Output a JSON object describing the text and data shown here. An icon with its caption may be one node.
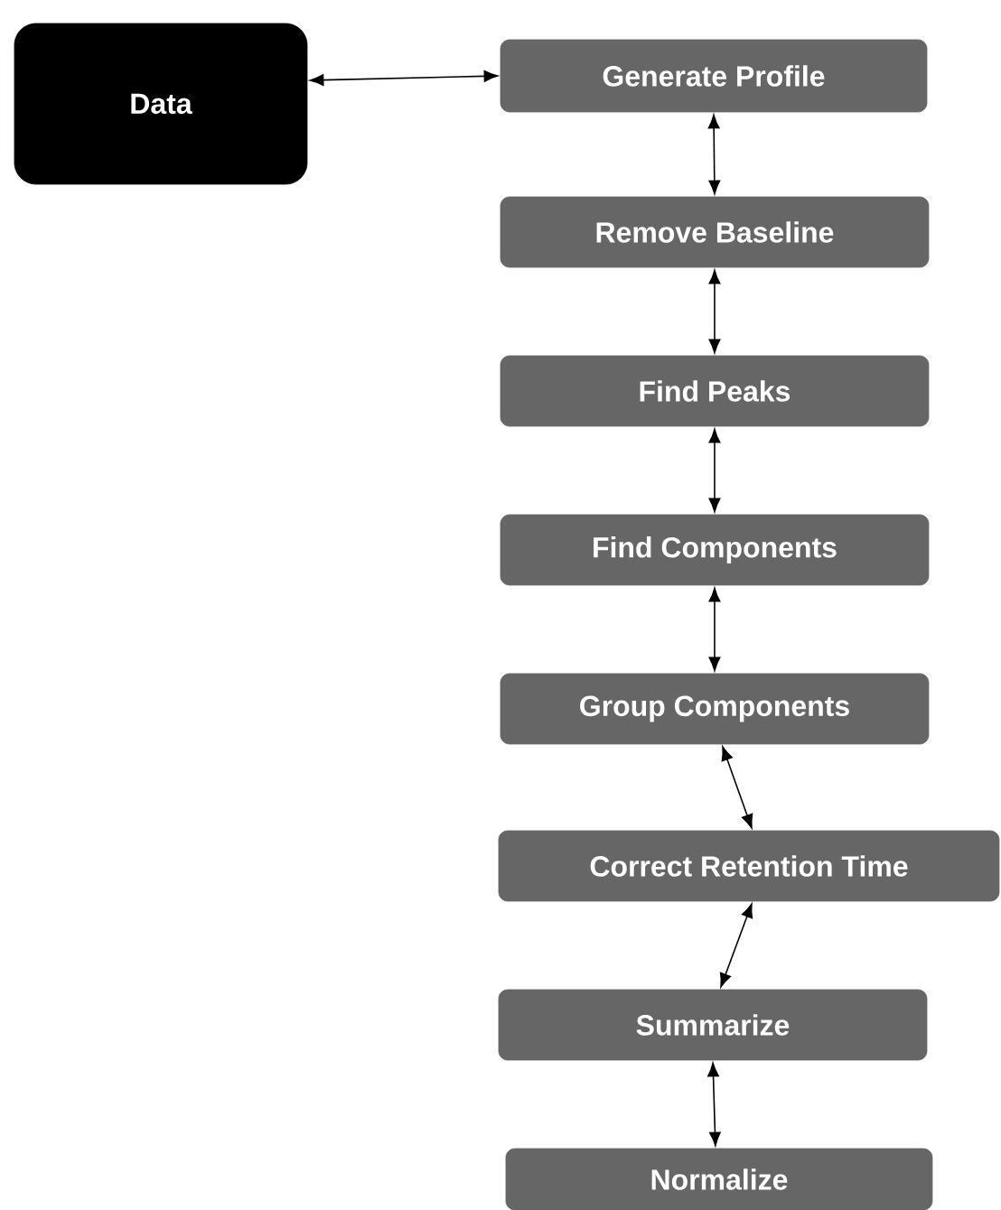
{
  "diagram": {
    "nodes": [
      {
        "text": [
          "Data"
        ]
      },
      {
        "text": [
          "Generate Profile"
        ]
      },
      {
        "text": [
          "Remove Baseline"
        ]
      },
      {
        "text": [
          "Find Peaks"
        ]
      },
      {
        "text": [
          "Find Components"
        ]
      },
      {
        "text": [
          "Group Components"
        ]
      },
      {
        "text": [
          "Correct Retention Time"
        ]
      },
      {
        "text": [
          "Summarize"
        ]
      },
      {
        "text": [
          "Normalize"
        ]
      }
    ],
    "edges": [
      {
        "from": 0,
        "to": 1,
        "arrow": "both"
      },
      {
        "from": 1,
        "to": 2,
        "arrow": "both"
      },
      {
        "from": 2,
        "to": 3,
        "arrow": "both"
      },
      {
        "from": 3,
        "to": 4,
        "arrow": "both"
      },
      {
        "from": 4,
        "to": 5,
        "arrow": "both"
      },
      {
        "from": 5,
        "to": 6,
        "arrow": "both"
      },
      {
        "from": 6,
        "to": 7,
        "arrow": "both"
      },
      {
        "from": 7,
        "to": 8,
        "arrow": "both"
      }
    ]
  }
}
